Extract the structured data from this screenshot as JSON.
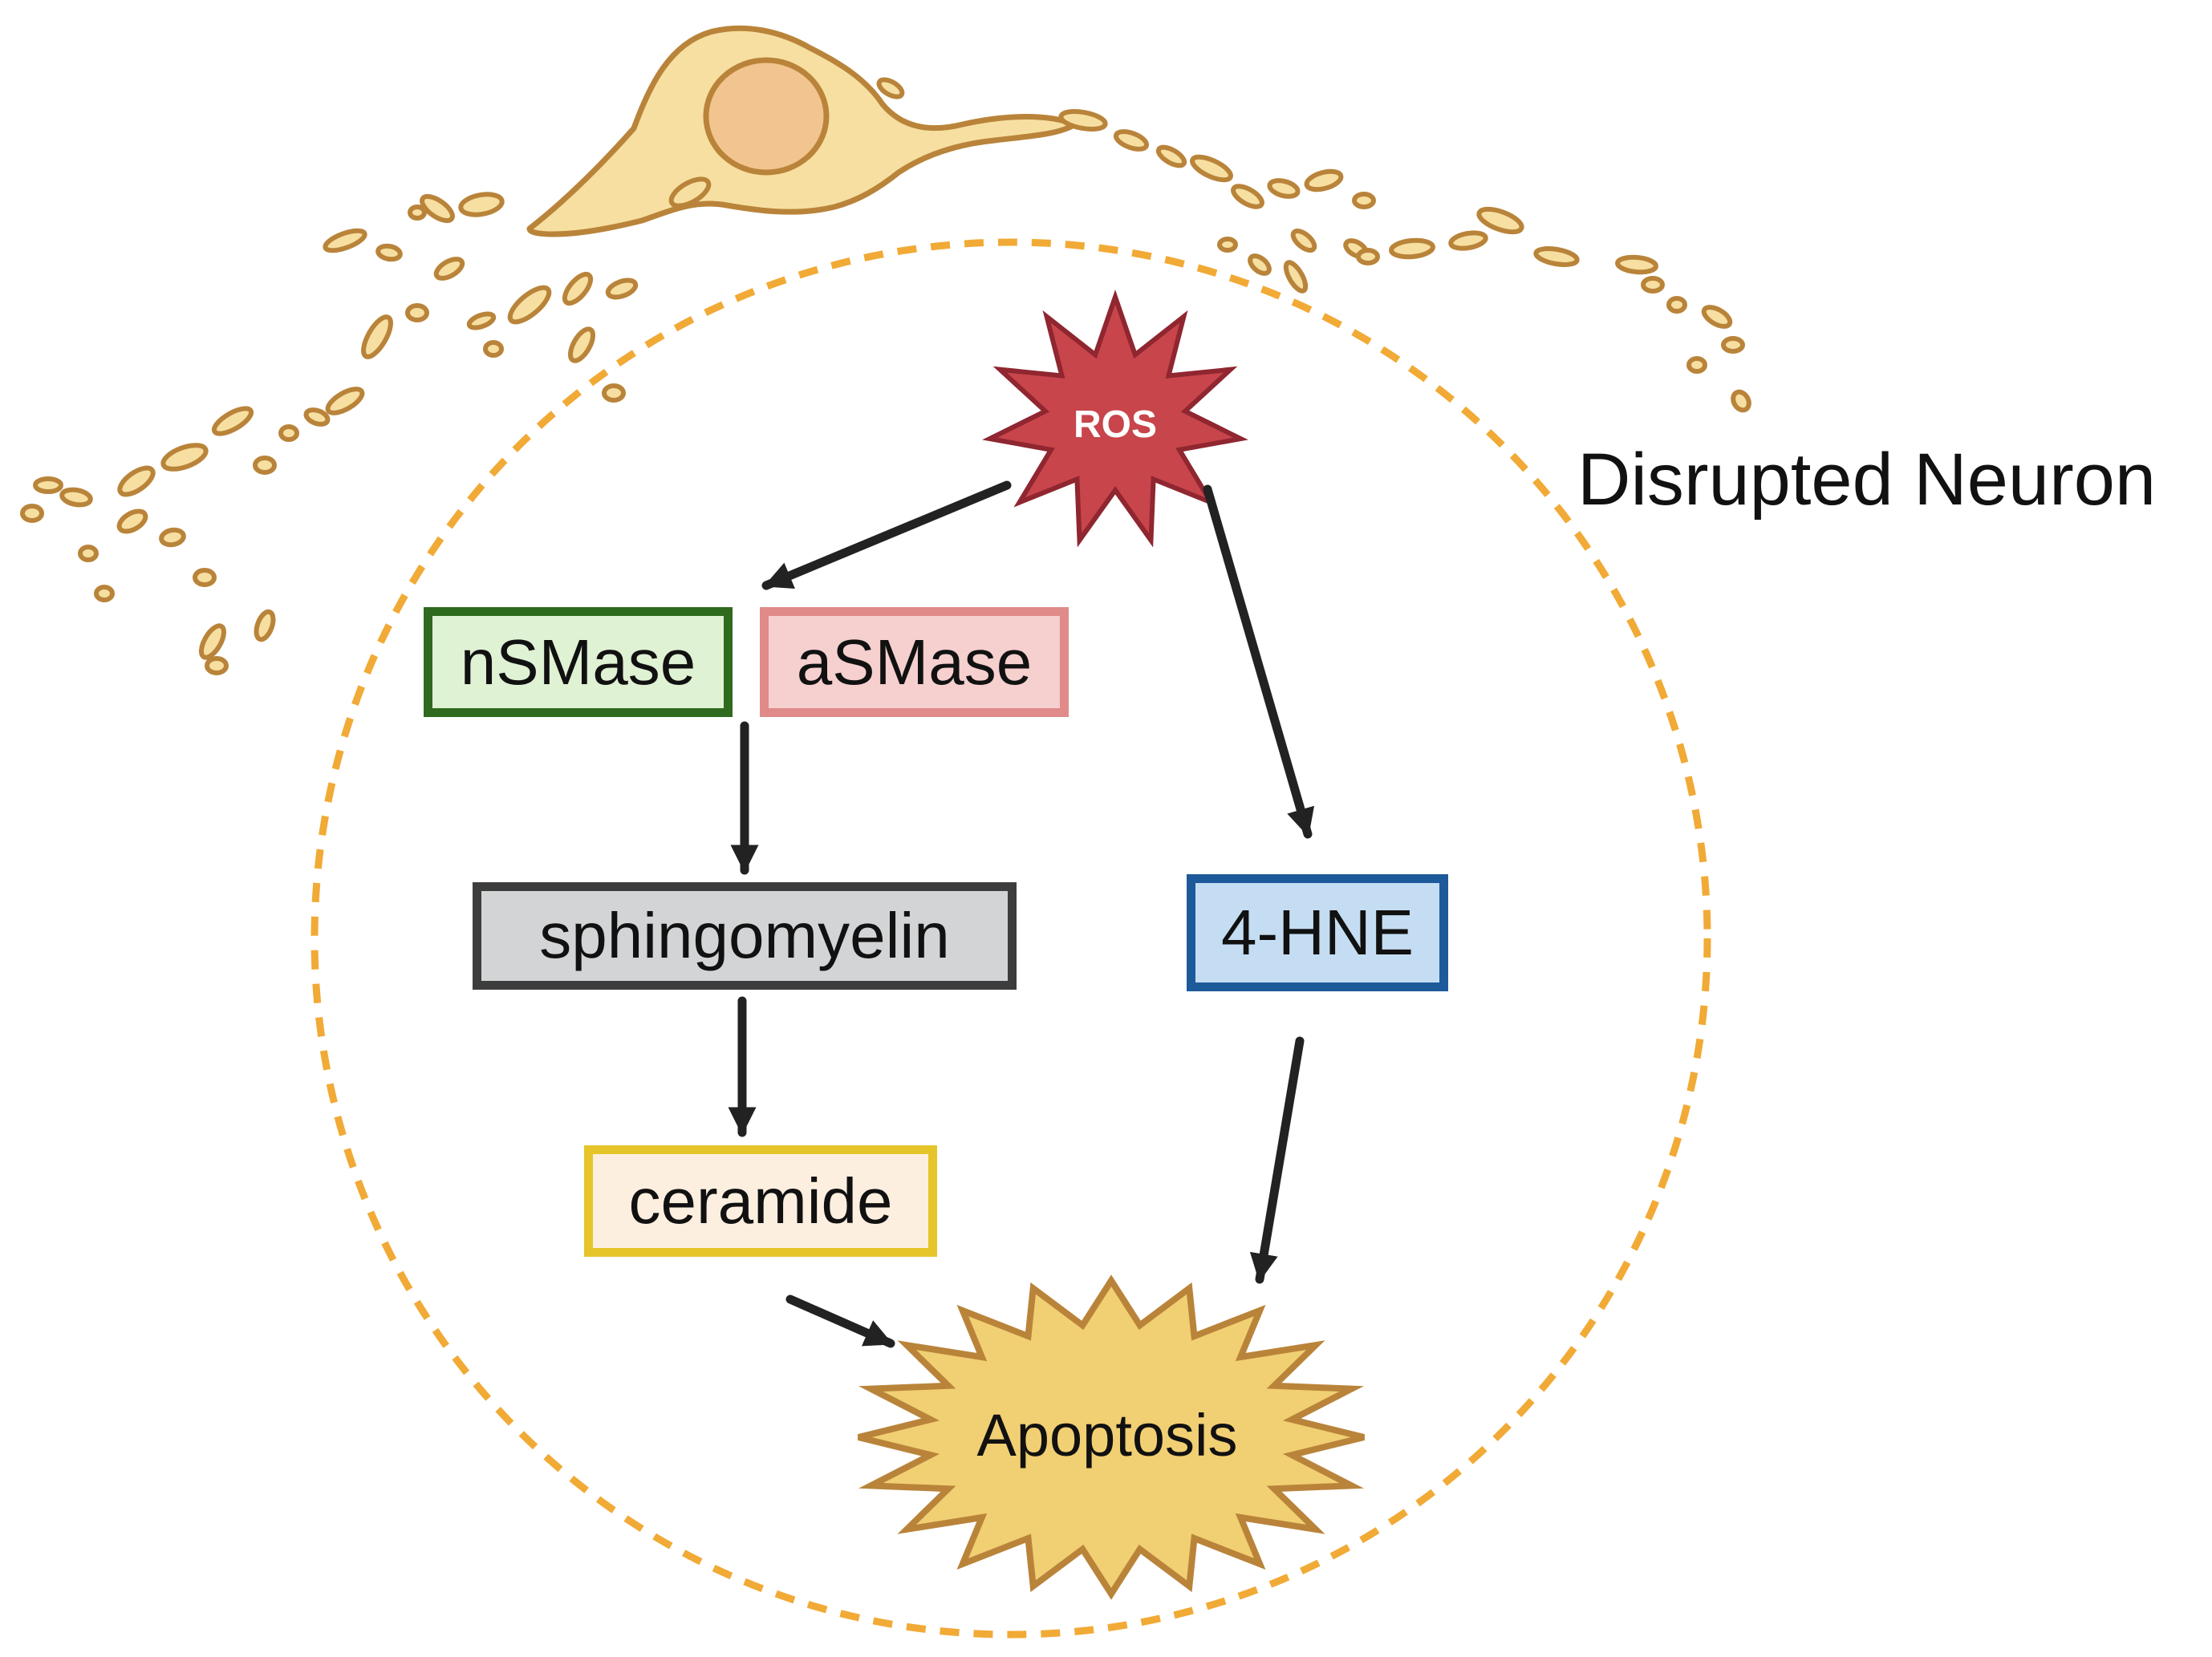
{
  "labels": {
    "ros": "ROS",
    "nsmase": "nSMase",
    "asmase": "aSMase",
    "sphingomyelin": "sphingomyelin",
    "four_hne": "4-HNE",
    "ceramide": "ceramide",
    "apoptosis": "Apoptosis",
    "neuron": "Disrupted Neuron"
  },
  "colors": {
    "ros_fill": "#c8454b",
    "ros_stroke": "#8f2630",
    "apoptosis_fill": "#f1cf73",
    "apoptosis_stroke": "#b9843a",
    "boundary": "#f1aa36",
    "neuron_fill": "#f6dfa1",
    "neuron_nucleus": "#f2c48f",
    "neuron_stroke": "#b9843a",
    "arrow": "#222222"
  },
  "icons": [
    "neuron-cell-icon",
    "ros-burst-icon",
    "apoptosis-burst-icon"
  ]
}
